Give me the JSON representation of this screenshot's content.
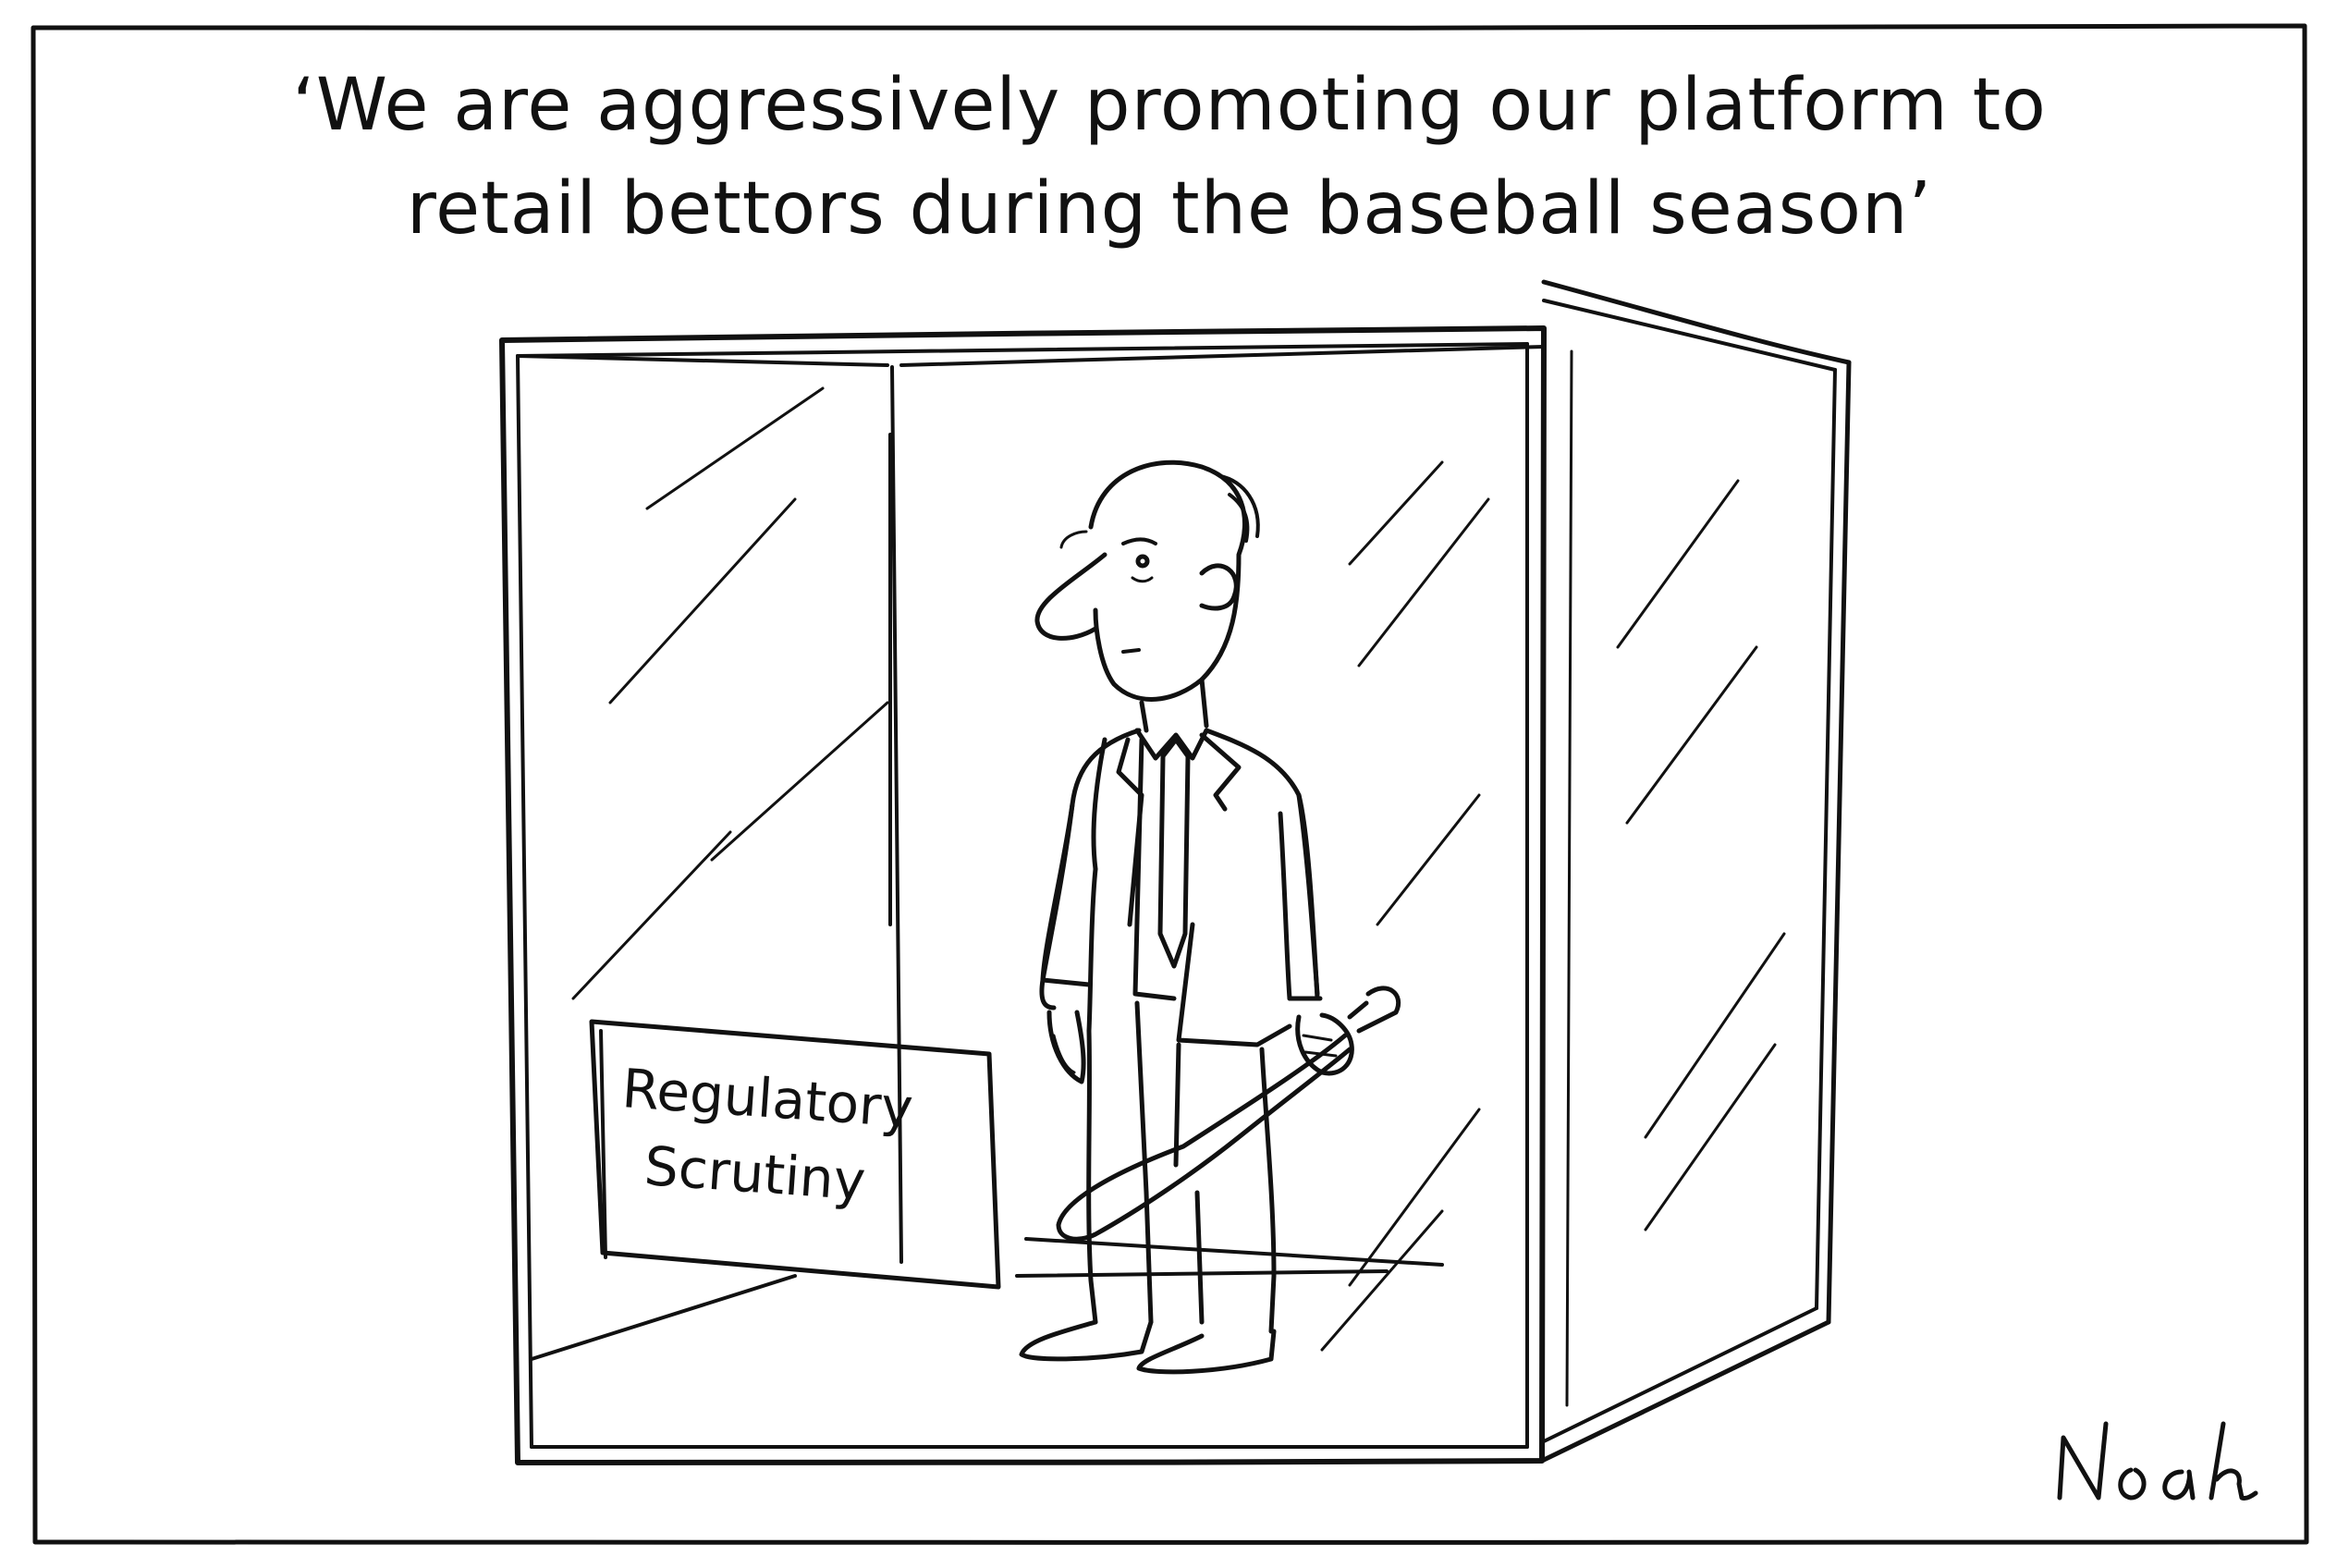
{
  "caption": {
    "line1": "‘We are aggressively promoting our platform to",
    "line2": "retail bettors during the baseball season’"
  },
  "sign": {
    "line1": "Regulatory",
    "line2": "Scrutiny"
  },
  "signature": "Noah",
  "colors": {
    "ink": "#111111",
    "paper": "#ffffff"
  }
}
